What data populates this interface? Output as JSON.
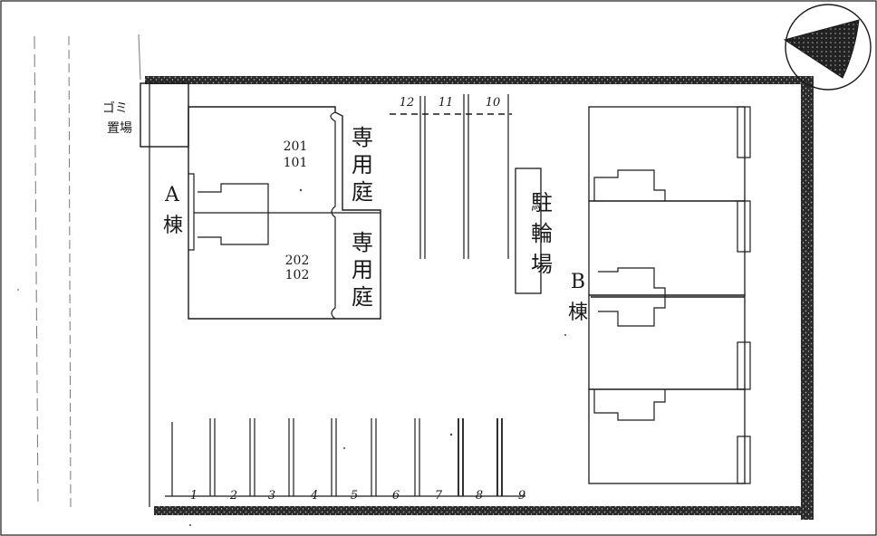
{
  "labels": {
    "garbage_area_line1": "ゴミ",
    "garbage_area_line2": "置場",
    "building_a_letter": "A",
    "building_a_kanji": "棟",
    "building_b_letter": "B",
    "building_b_kanji": "棟",
    "unit_upper_top": "201",
    "unit_upper_bottom": "101",
    "unit_lower_top": "202",
    "unit_lower_bottom": "102",
    "private_garden_upper": [
      "専",
      "用",
      "庭"
    ],
    "private_garden_lower": [
      "専",
      "用",
      "庭"
    ],
    "bicycle_parking": [
      "駐",
      "輪",
      "場"
    ]
  },
  "parking_spaces": {
    "bottom_row": [
      "1",
      "2",
      "3",
      "4",
      "5",
      "6",
      "7",
      "8",
      "9"
    ],
    "top_row": [
      "12",
      "11",
      "10"
    ]
  },
  "colors": {
    "ink": "#1a1a1a",
    "wall_fill": "#3a3a3a",
    "paper": "#ffffff"
  },
  "icons": {
    "north_arrow": "north-arrow-icon"
  }
}
